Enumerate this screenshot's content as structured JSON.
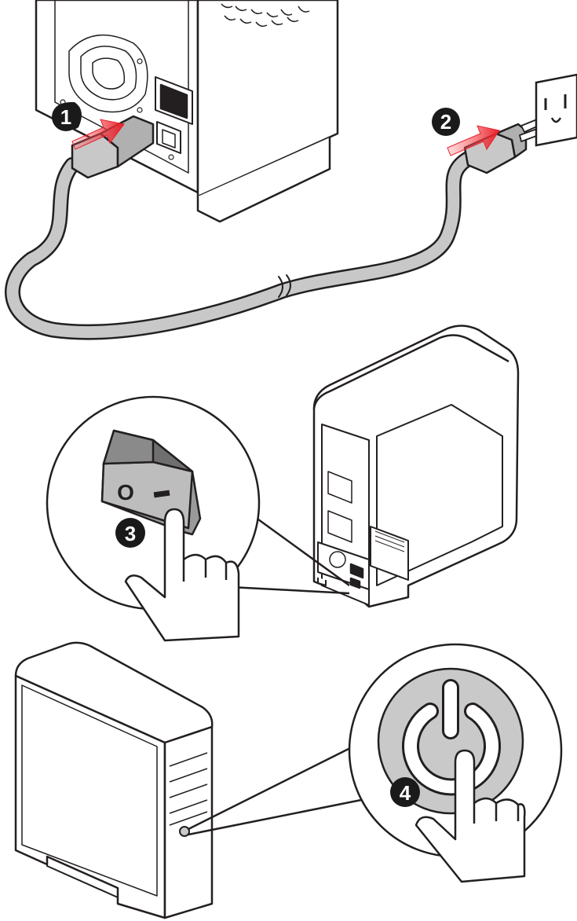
{
  "steps": [
    {
      "number": "1",
      "action": "plug-power-cord-into-psu"
    },
    {
      "number": "2",
      "action": "plug-power-cord-into-wall-outlet"
    },
    {
      "number": "3",
      "action": "flip-psu-switch-on"
    },
    {
      "number": "4",
      "action": "press-case-power-button"
    }
  ],
  "switch_labels": {
    "off": "O",
    "on": "I"
  },
  "colors": {
    "arrow": "#e8202a",
    "cable": "#c8c8c8",
    "outline": "#231f20",
    "badge": "#1a1a1a",
    "badge_text": "#ffffff",
    "button_gray": "#c9c9c9"
  },
  "icons": [
    "power-icon",
    "pointing-hand-icon",
    "arrow-icon"
  ]
}
